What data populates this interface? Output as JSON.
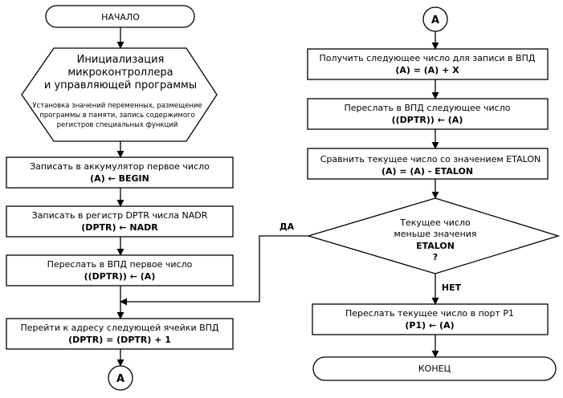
{
  "left": {
    "start": "НАЧАЛО",
    "init_line1": "Инициализация",
    "init_line2": "микроконтроллера",
    "init_line3": "и управляющей программы",
    "init_note1": "Установка значений переменных, размещение",
    "init_note2": "программы в памяти, запись содержимого",
    "init_note3": "регистров специальных функций",
    "box1_line1": "Записать в аккумулятор первое число",
    "box1_line2": "(A) ← BEGIN",
    "box2_line1": "Записать в регистр  DPTR числа NADR",
    "box2_line2": "(DPTR) ← NADR",
    "box3_line1": "Переслать в ВПД первое число",
    "box3_line2": "((DPTR)) ← (A)",
    "box4_line1": "Перейти к адресу следующей ячейки ВПД",
    "box4_line2": "(DPTR) = (DPTR) + 1",
    "connector": "A"
  },
  "right": {
    "connector": "A",
    "box1_line1": "Получить следующее число для записи в ВПД",
    "box1_line2": "(A) = (A) + X",
    "box2_line1": "Переслать в ВПД следующее число",
    "box2_line2": "((DPTR)) ← (A)",
    "box3_line1": "Сравнить текущее число со значением ETALON",
    "box3_line2": "(A) = (A) - ETALON",
    "decision_line1": "Текущее число",
    "decision_line2": "меньше значения",
    "decision_line3": "ETALON",
    "decision_line4": "?",
    "yes_label": "ДА",
    "no_label": "НЕТ",
    "box4_line1": "Переслать текущее число в порт P1",
    "box4_line2": "(P1) ← (A)",
    "end": "КОНЕЦ"
  }
}
